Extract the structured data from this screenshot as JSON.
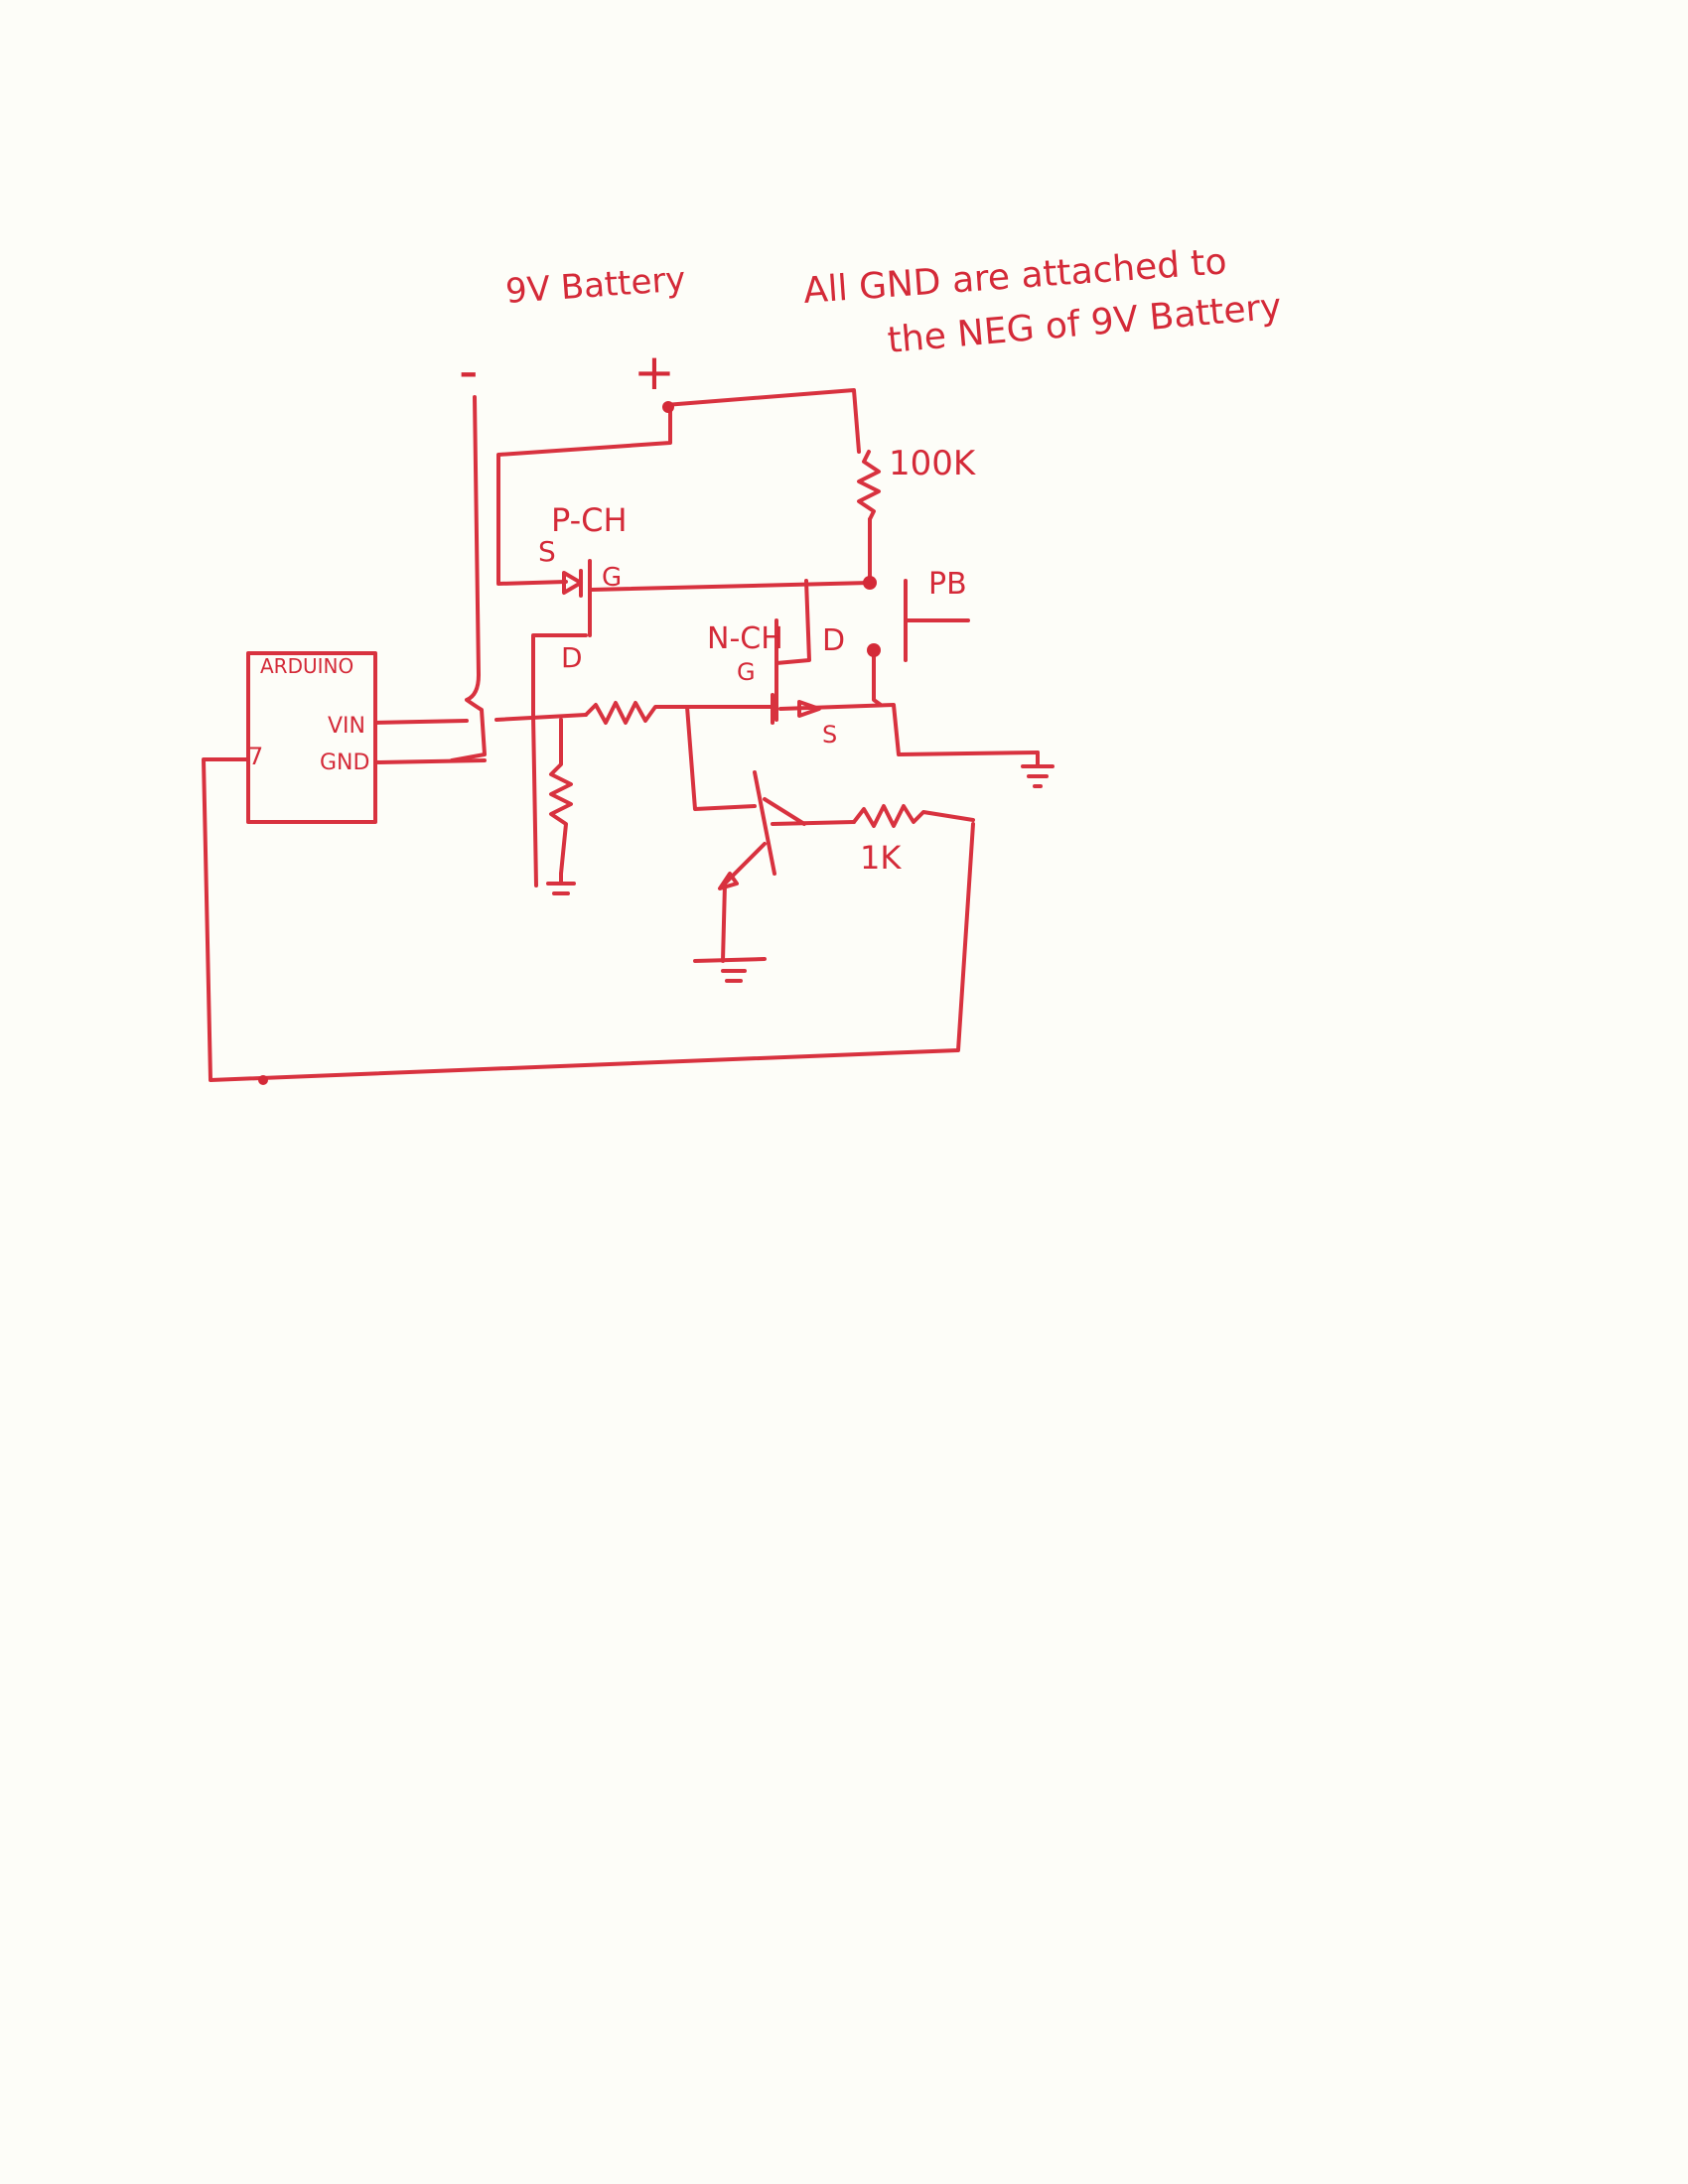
{
  "labels": {
    "battery": "9V Battery",
    "note_line1": "All GND are attached to",
    "note_line2": "the NEG of 9V Battery",
    "minus": "-",
    "plus": "+",
    "r_100k": "100K",
    "p_ch": "P-CH",
    "p_source": "S",
    "p_gate": "G",
    "p_drain": "D",
    "n_ch": "N-CH",
    "n_gate": "G",
    "n_drain": "D",
    "n_source": "S",
    "pushbutton": "PB",
    "arduino": "ARDUINO",
    "arduino_vin": "VIN",
    "arduino_gnd": "GND",
    "arduino_pin": "7",
    "r_1k": "1K"
  },
  "colors": {
    "ink": "#d42a38",
    "paper": "#fdfdf8"
  }
}
